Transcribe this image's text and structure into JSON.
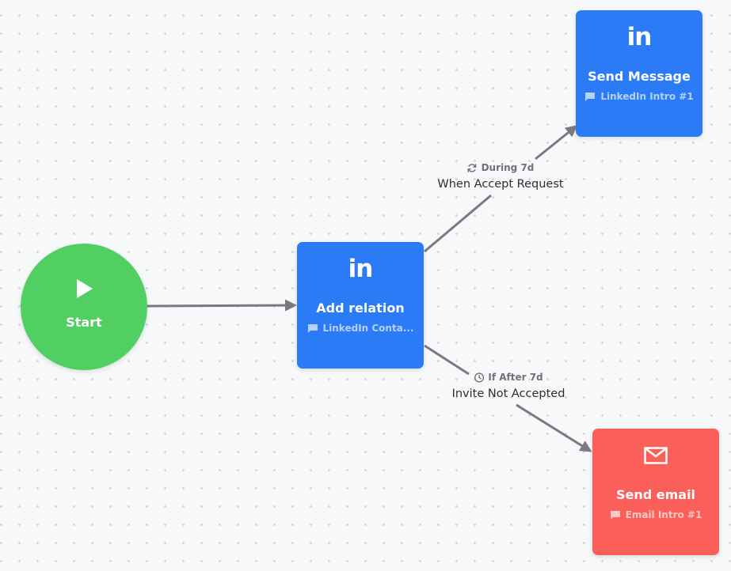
{
  "colors": {
    "linkedin_node": "#2b7bf7",
    "email_node": "#fb5f59",
    "start_node": "#52cf63",
    "edge": "#7d7880",
    "canvas_bg": "#f7f8fa"
  },
  "nodes": {
    "start": {
      "label": "Start",
      "icon": "play-icon"
    },
    "add_relation": {
      "title": "Add relation",
      "subtitle": "LinkedIn Conta...",
      "icon": "linkedin-icon",
      "icon_text": "in"
    },
    "send_message": {
      "title": "Send Message",
      "subtitle": "LinkedIn Intro #1",
      "icon": "linkedin-icon",
      "icon_text": "in"
    },
    "send_email": {
      "title": "Send email",
      "subtitle": "Email Intro #1",
      "icon": "mail-icon"
    }
  },
  "edges": {
    "accept": {
      "condition": "During 7d",
      "condition_icon": "refresh-icon",
      "label": "When Accept Request"
    },
    "not_accepted": {
      "condition": "If After 7d",
      "condition_icon": "clock-icon",
      "label": "Invite Not Accepted"
    }
  }
}
